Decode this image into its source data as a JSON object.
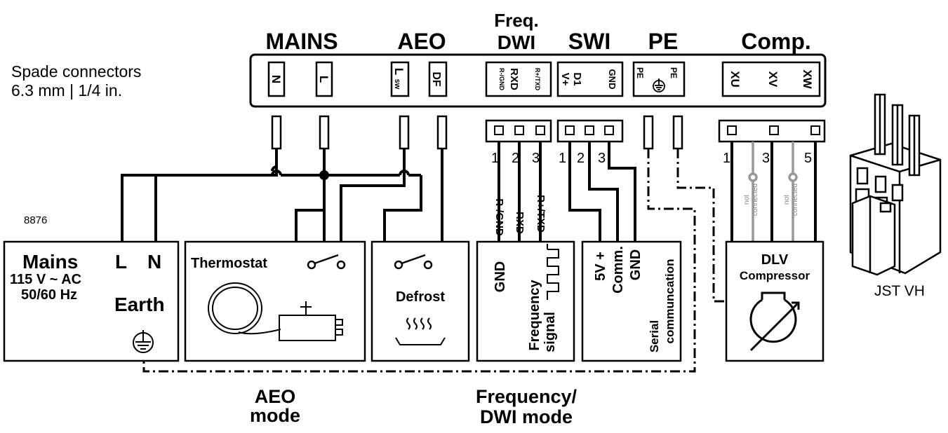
{
  "spade": {
    "line1": "Spade connectors",
    "line2": "6.3 mm | 1/4 in."
  },
  "code": "8876",
  "headers": {
    "mains": "MAINS",
    "aeo": "AEO",
    "freq": "Freq.",
    "dwi": "DWI",
    "swi": "SWI",
    "pe": "PE",
    "comp": "Comp."
  },
  "terminals": {
    "n": "N",
    "l": "L",
    "lsw_main": "L",
    "lsw_sub": "sw",
    "df": "DF",
    "rgnd": "R-/GND",
    "rxd": "RXD",
    "rtxd": "R+/TXD",
    "vplus": "V+",
    "d1": "D1",
    "gnd": "GND",
    "pe1": "PE",
    "pe2": "PE",
    "xu": "XU",
    "xv": "XV",
    "xw": "XW"
  },
  "pins": {
    "freq": [
      "1",
      "2",
      "3"
    ],
    "swi": [
      "1",
      "2",
      "3"
    ],
    "comp": [
      "1",
      "3",
      "5"
    ]
  },
  "wire_labels": {
    "rgnd": "R-/GND",
    "rxd": "RXD",
    "rtxd": "R+/TXD"
  },
  "not_connected": {
    "line1": "not",
    "line2": "connected"
  },
  "mains_box": {
    "title": "Mains",
    "voltage": "115 V ~ AC",
    "freq": "50/60 Hz",
    "l": "L",
    "n": "N",
    "earth": "Earth"
  },
  "thermostat": "Thermostat",
  "defrost": "Defrost",
  "freq_box": {
    "gnd": "GND",
    "frequency": "Frequency",
    "signal": "signal"
  },
  "swi_box": {
    "v5": "5V +",
    "comm": "Comm.",
    "gnd": "GND",
    "serial": "Serial",
    "communication": "communcation"
  },
  "dlv": {
    "title": "DLV",
    "sub": "Compressor"
  },
  "jst": "JST VH",
  "modes": {
    "aeo1": "AEO",
    "aeo2": "mode",
    "fdwi1": "Frequency/",
    "fdwi2": "DWI mode"
  }
}
